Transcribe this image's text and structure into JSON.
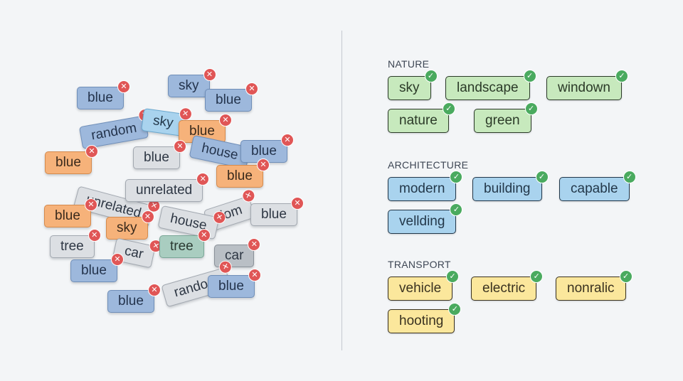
{
  "messy_tags": [
    {
      "label": "blue",
      "color": "blue"
    },
    {
      "label": "sky",
      "color": "blue"
    },
    {
      "label": "blue",
      "color": "blue"
    },
    {
      "label": "random",
      "color": "blue"
    },
    {
      "label": "sky",
      "color": "sky"
    },
    {
      "label": "blue",
      "color": "orange"
    },
    {
      "label": "blue",
      "color": "orange"
    },
    {
      "label": "blue",
      "color": "grey"
    },
    {
      "label": "house",
      "color": "blue"
    },
    {
      "label": "blue",
      "color": "blue"
    },
    {
      "label": "blue",
      "color": "orange"
    },
    {
      "label": "unrelated",
      "color": "grey"
    },
    {
      "label": "unrelated",
      "color": "grey"
    },
    {
      "label": "blue",
      "color": "orange"
    },
    {
      "label": "dom",
      "color": "grey"
    },
    {
      "label": "house",
      "color": "grey"
    },
    {
      "label": "blue",
      "color": "grey"
    },
    {
      "label": "sky",
      "color": "orange"
    },
    {
      "label": "tree",
      "color": "grey"
    },
    {
      "label": "car",
      "color": "grey"
    },
    {
      "label": "tree",
      "color": "teal"
    },
    {
      "label": "blue",
      "color": "blue"
    },
    {
      "label": "car",
      "color": "dgrey"
    },
    {
      "label": "random",
      "color": "grey"
    },
    {
      "label": "blue",
      "color": "blue"
    },
    {
      "label": "blue",
      "color": "blue"
    }
  ],
  "categories": [
    {
      "title": "NATURE",
      "color": "green",
      "items": [
        "sky",
        "landscape",
        "windown",
        "nature",
        "green"
      ]
    },
    {
      "title": "ARCHITECTURE",
      "color": "sky",
      "items": [
        "modern",
        "building",
        "capable",
        "vellding"
      ]
    },
    {
      "title": "TRANSPORT",
      "color": "yellow",
      "items": [
        "vehicle",
        "electric",
        "nonralic",
        "hooting"
      ]
    }
  ],
  "icons": {
    "remove": "close-icon",
    "approved": "check-icon"
  }
}
